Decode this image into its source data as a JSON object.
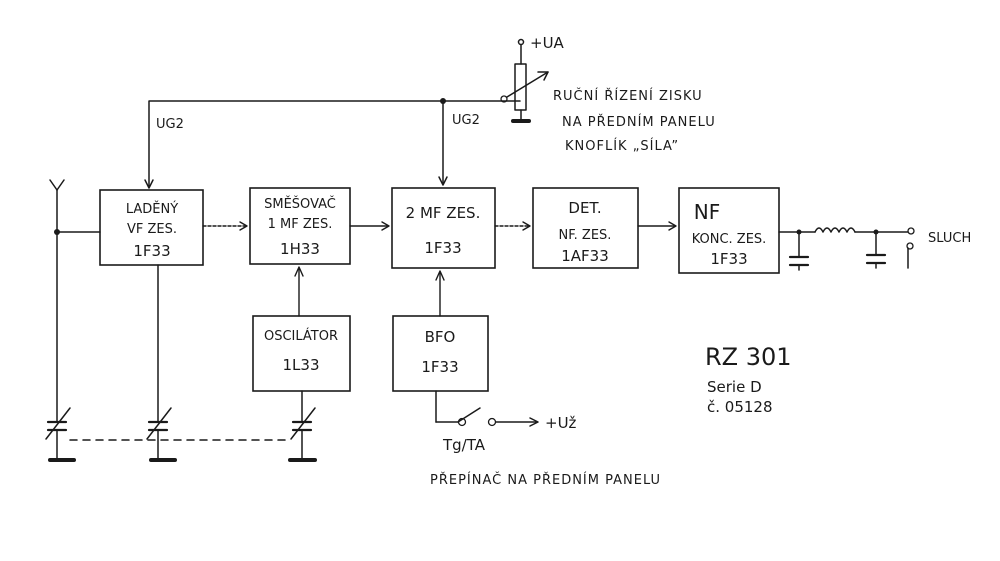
{
  "blocks": {
    "tuned_rf": {
      "line1": "LADĚNÝ",
      "line2": "VF ZES.",
      "tube": "1F33"
    },
    "mixer": {
      "line1": "SMĚŠOVAČ",
      "line2": "1 MF ZES.",
      "tube": "1H33"
    },
    "if2": {
      "line1": "2 MF ZES.",
      "tube": "1F33"
    },
    "detector": {
      "line1": "DET.",
      "line2": "NF. ZES.",
      "tube": "1AF33"
    },
    "af_out": {
      "line1": "NF",
      "line2": "KONC. ZES.",
      "tube": "1F33"
    },
    "oscillator": {
      "line1": "OSCILÁTOR",
      "tube": "1L33"
    },
    "bfo": {
      "line1": "BFO",
      "tube": "1F33"
    }
  },
  "labels": {
    "supply_ua": "+UA",
    "ug2_left": "UG2",
    "ug2_right": "UG2",
    "gain_note_1": "RUČNÍ ŘÍZENÍ ZISKU",
    "gain_note_2": "NA PŘEDNÍM PANELU",
    "gain_note_3": "KNOFLÍK „SÍLA”",
    "headphones": "SLUCH",
    "supply_uz": "+Už",
    "switch_label": "Tg/TA",
    "switch_note": "PŘEPÍNAČ NA PŘEDNÍM PANELU"
  },
  "model": {
    "name": "RZ 301",
    "series": "Serie D",
    "serial": "č. 05128"
  }
}
